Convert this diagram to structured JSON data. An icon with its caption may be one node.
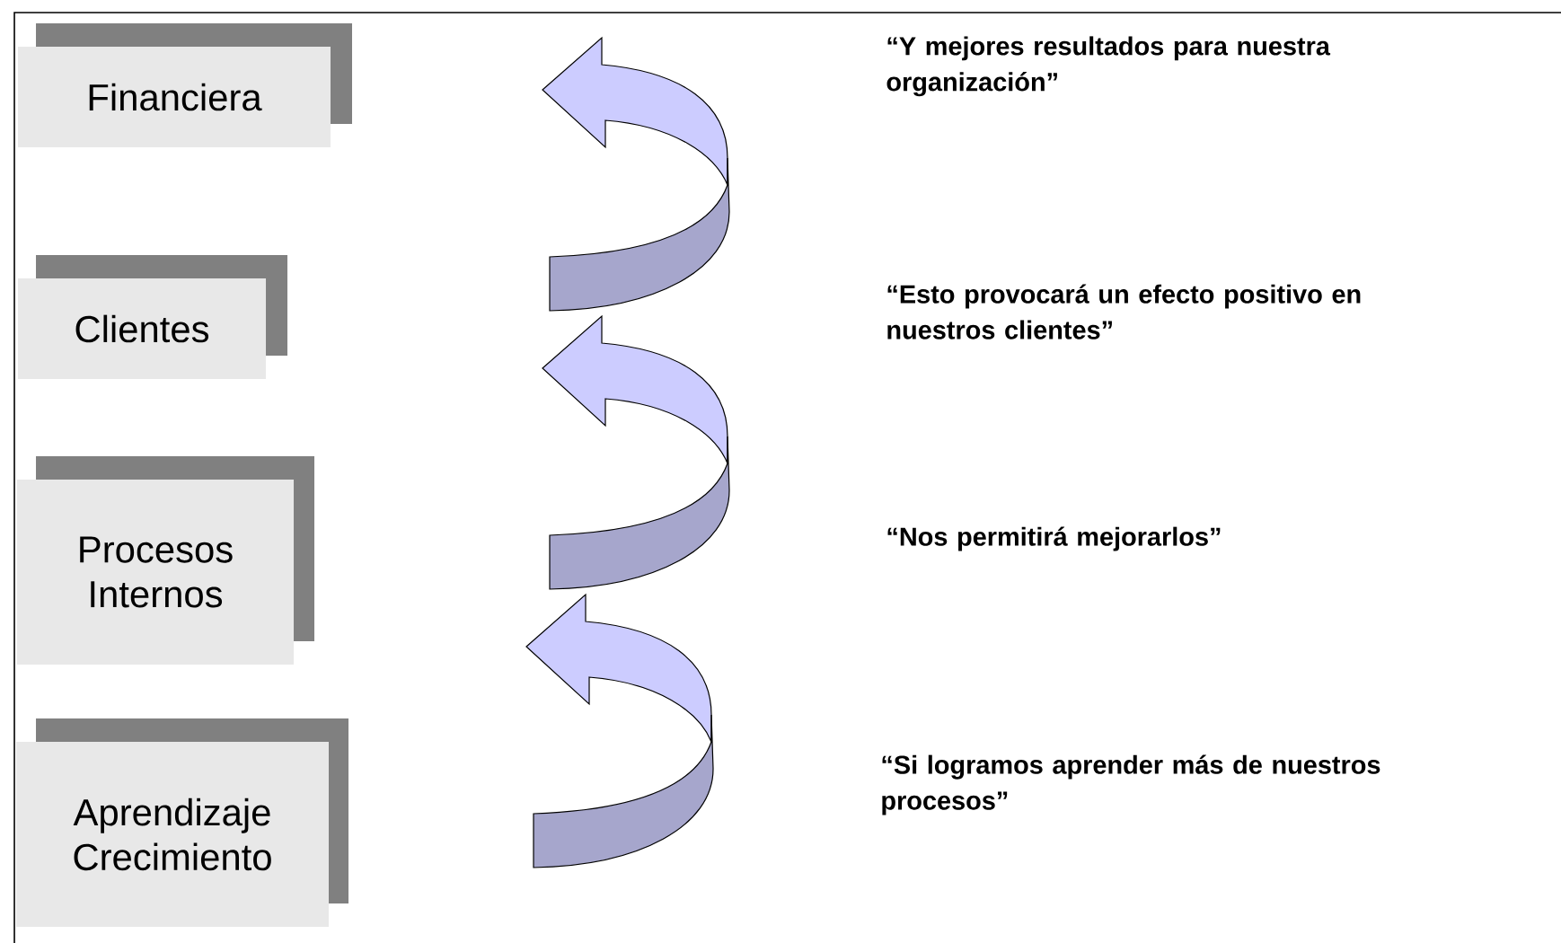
{
  "diagram": {
    "nodes": [
      {
        "text": [
          "Financiera"
        ]
      },
      {
        "text": [
          "Clientes"
        ]
      },
      {
        "text": [
          "Procesos Internos"
        ]
      },
      {
        "text": [
          "Aprendizaje Crecimiento"
        ]
      }
    ],
    "labels": [
      "“Y mejores resultados para nuestra organización”",
      "“Esto provocará un efecto positivo en nuestros clientes”",
      "“Nos permitirá mejorarlos”",
      "“Si logramos aprender más de nuestros procesos”"
    ]
  }
}
